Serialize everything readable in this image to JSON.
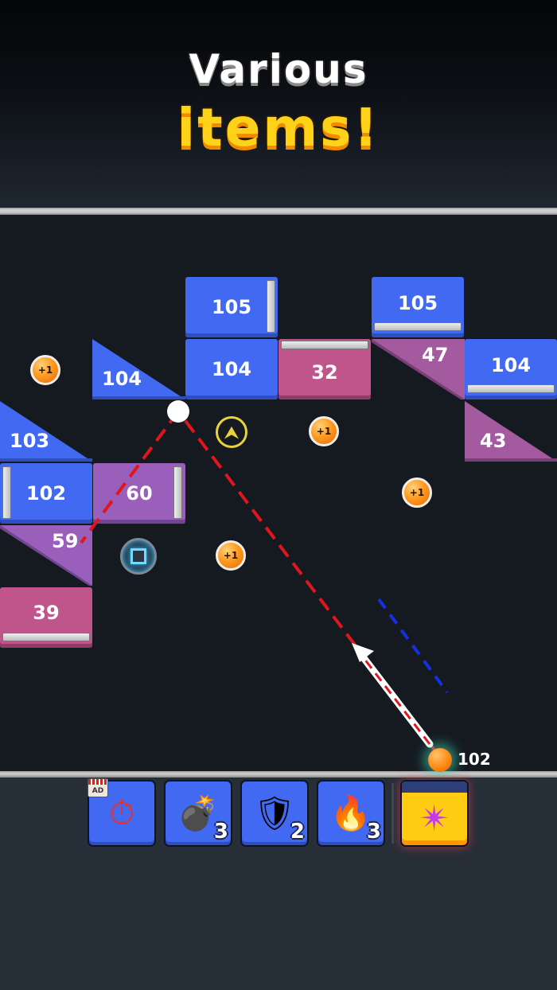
{
  "header": {
    "title_line1": "Various",
    "title_line2": "items!"
  },
  "colors": {
    "block_blue": "#4169f2",
    "block_pink": "#c0558b",
    "block_purple": "#9a5fba",
    "title_yellow": "#ffd21a",
    "aim_line": "#e0161c",
    "guide_line": "#1530e0",
    "field_bg": "#151a21"
  },
  "blocks": [
    {
      "id": "b1",
      "value": "105",
      "shape": "square",
      "color": "blue",
      "shield": "right"
    },
    {
      "id": "b2",
      "value": "105",
      "shape": "square",
      "color": "blue",
      "shield": "bottom"
    },
    {
      "id": "b3",
      "value": "104",
      "shape": "triangle",
      "color": "blue"
    },
    {
      "id": "b4",
      "value": "104",
      "shape": "square",
      "color": "blue"
    },
    {
      "id": "b5",
      "value": "32",
      "shape": "square",
      "color": "pink",
      "shield": "top"
    },
    {
      "id": "b6",
      "value": "47",
      "shape": "triangle",
      "color": "purple"
    },
    {
      "id": "b7",
      "value": "104",
      "shape": "square",
      "color": "blue",
      "shield": "bottom"
    },
    {
      "id": "b8",
      "value": "103",
      "shape": "triangle",
      "color": "blue"
    },
    {
      "id": "b9",
      "value": "43",
      "shape": "triangle",
      "color": "pink"
    },
    {
      "id": "b10",
      "value": "102",
      "shape": "square",
      "color": "blue",
      "shield": "left"
    },
    {
      "id": "b11",
      "value": "60",
      "shape": "square",
      "color": "purple",
      "shield": "right"
    },
    {
      "id": "b12",
      "value": "59",
      "shape": "triangle",
      "color": "purple"
    },
    {
      "id": "b13",
      "value": "39",
      "shape": "square",
      "color": "pink",
      "shield": "bottom"
    }
  ],
  "pickups": {
    "coin_label": "+1",
    "coins": 4,
    "split_icon": "⮝",
    "split_name": "split-powerup",
    "square_name": "square-powerup"
  },
  "launcher": {
    "ball_count": "102"
  },
  "items": [
    {
      "name": "stopwatch",
      "icon": "⏱",
      "badge": "AD",
      "count": ""
    },
    {
      "name": "skull-bomb",
      "icon": "💣",
      "count": "3"
    },
    {
      "name": "shield-x",
      "icon": "🛡",
      "count": "2"
    },
    {
      "name": "fireball",
      "icon": "🔥",
      "count": "3"
    },
    {
      "name": "laser-burst",
      "icon": "✴",
      "count": "",
      "selected": true
    }
  ]
}
